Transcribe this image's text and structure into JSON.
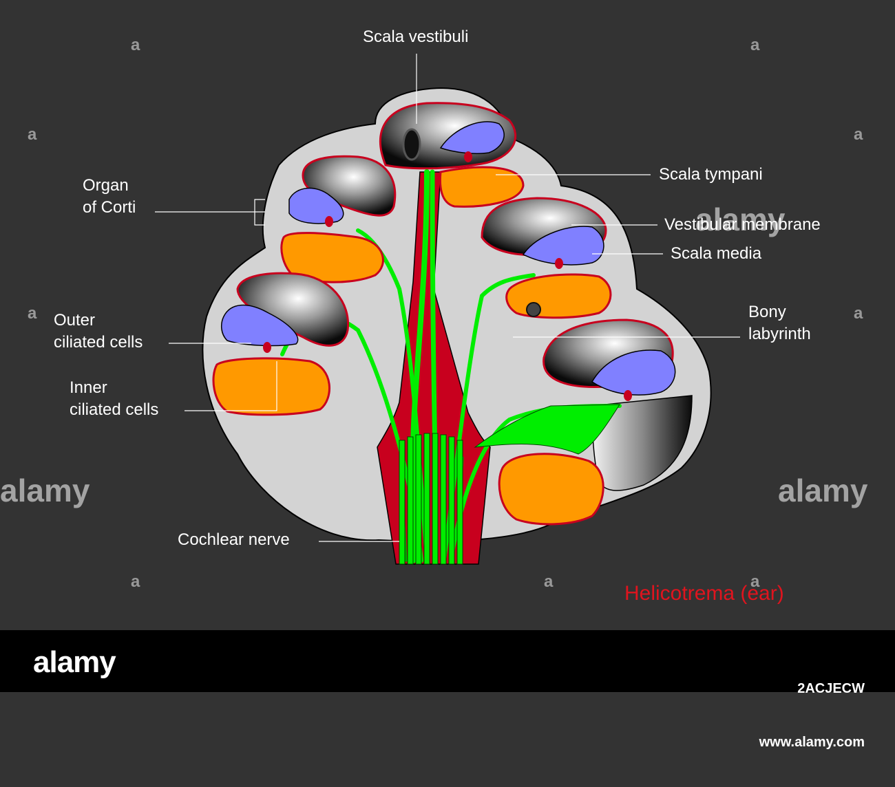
{
  "labels": {
    "scala_vestibuli": "Scala vestibuli",
    "organ_of_corti": "Organ\nof Corti",
    "scala_tympani": "Scala tympani",
    "vestibular_membrane": "Vestibular membrane",
    "scala_media": "Scala media",
    "outer_ciliated_cells": "Outer\nciliated cells",
    "bony_labyrinth": "Bony\nlabyrinth",
    "inner_ciliated_cells": "Inner\nciliated cells",
    "cochlear_nerve": "Cochlear nerve"
  },
  "title": "Helicotrema (ear)",
  "watermark": {
    "brand": "alamy",
    "glyph": "a",
    "image_id": "2ACJECW",
    "site": "www.alamy.com"
  },
  "colors": {
    "background": "#333333",
    "bony_labyrinth": "#d3d3d3",
    "scala_tympani": "#ff9900",
    "scala_media": "#8080ff",
    "nerve": "#00ee00",
    "vessel": "#c8001e",
    "title": "#e0141e"
  }
}
